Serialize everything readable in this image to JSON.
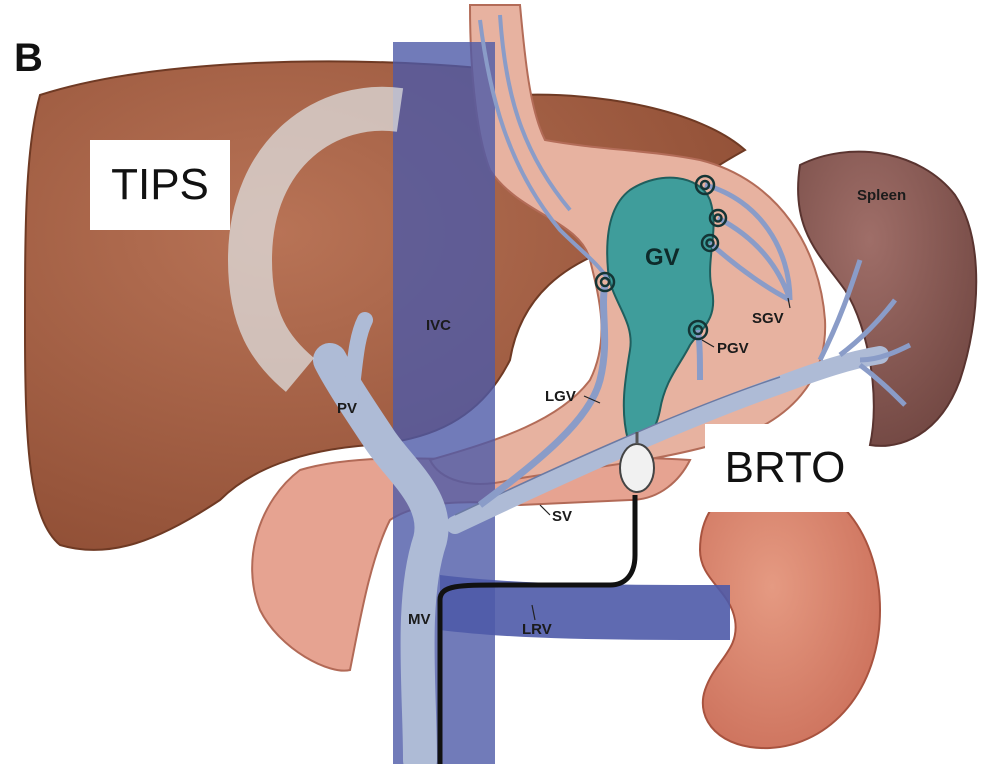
{
  "panel_letter": "B",
  "callouts": {
    "tips": "TIPS",
    "brto": "BRTO"
  },
  "labels": {
    "spleen": "Spleen",
    "gv": "GV",
    "ivc": "IVC",
    "sgv": "SGV",
    "pgv": "PGV",
    "lgv": "LGV",
    "pv": "PV",
    "sv": "SV",
    "mv": "MV",
    "lrv": "LRV"
  },
  "colors": {
    "liver": "#9c5a3e",
    "stomach": "#e7b2a0",
    "ivc": "#4e5aa8",
    "portal_vein": "#aebbd6",
    "varix": "#3f9d9b",
    "spleen": "#8b5a55",
    "kidney": "#d9836e",
    "pancreas": "#e6a391"
  }
}
